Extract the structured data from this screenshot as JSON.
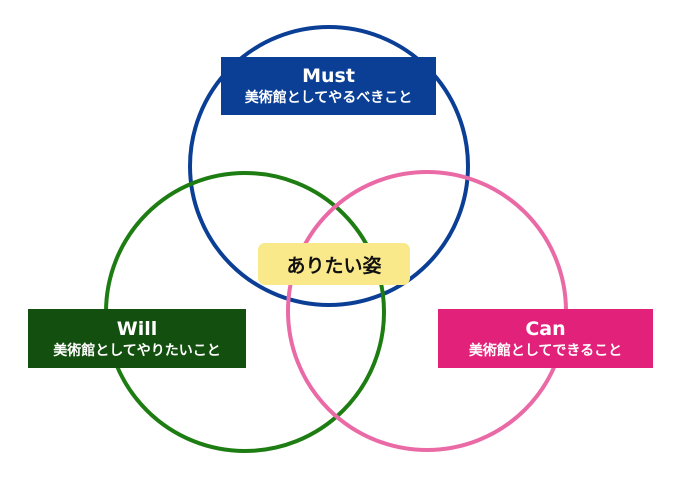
{
  "colors": {
    "must": "#0b3f96",
    "will": "#1e7d12",
    "can": "#ea6aa6",
    "must_box": "#0b3f96",
    "will_box": "#134f0e",
    "can_box": "#e2227a",
    "center_box": "#f9e98b"
  },
  "must": {
    "title": "Must",
    "subtitle": "美術館としてやるべきこと"
  },
  "will": {
    "title": "Will",
    "subtitle": "美術館としてやりたいこと"
  },
  "can": {
    "title": "Can",
    "subtitle": "美術館としてできること"
  },
  "center": {
    "label": "ありたい姿"
  }
}
